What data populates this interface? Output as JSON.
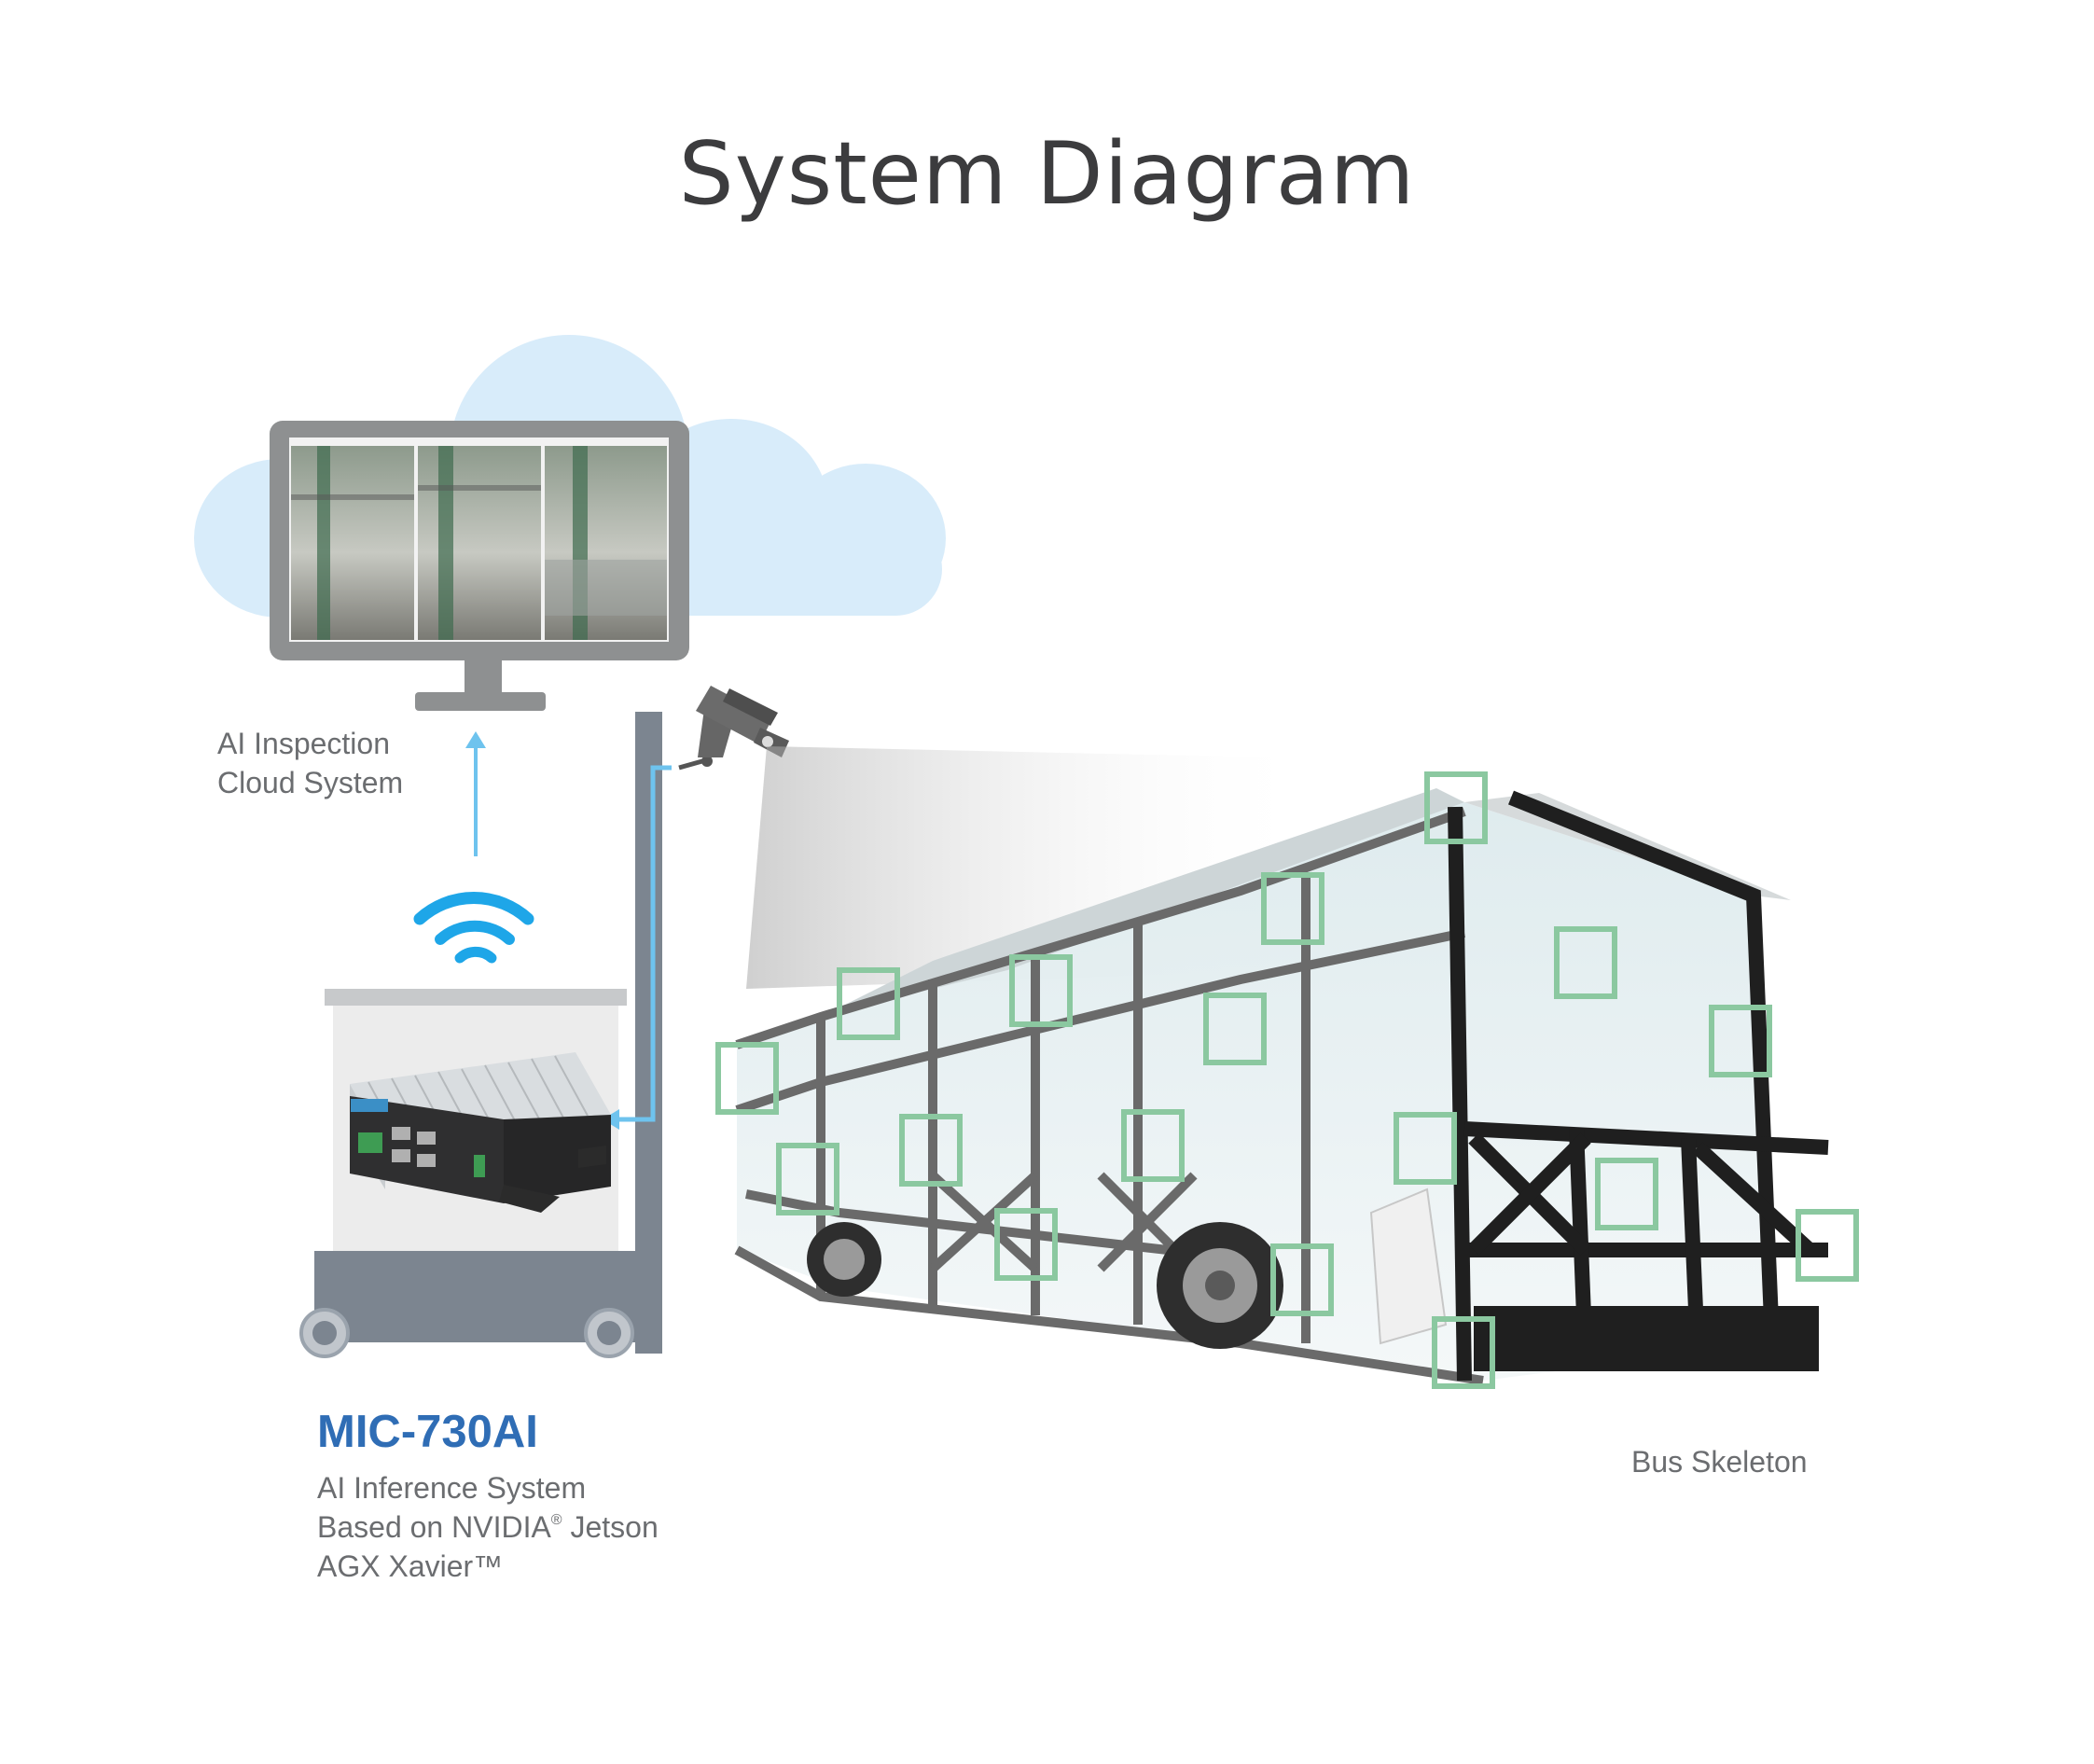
{
  "title": "System Diagram",
  "cloud_system": {
    "line1": "AI Inspection",
    "line2": "Cloud System"
  },
  "product": {
    "name": "MIC-730AI",
    "line1": "AI Inference System",
    "line2_prefix": "Based on NVIDIA",
    "line2_reg": "®",
    "line2_suffix": " Jetson",
    "line3": "AGX Xavier™"
  },
  "bus_label": "Bus Skeleton",
  "colors": {
    "title": "#3c3c3e",
    "label": "#6b6d70",
    "product_name": "#2f6db5",
    "arrow": "#6ec3ee",
    "wifi": "#1ea6e8",
    "cloud": "#d8ecfa",
    "monitor": "#8e9091",
    "cart": "#7c8590",
    "detect_box": "#8bc8a0",
    "bus_frame": "#6a6a6a"
  },
  "icons": [
    "cloud-icon",
    "monitor-icon",
    "wifi-icon",
    "camera-icon",
    "cart-icon",
    "device-icon",
    "bus-icon"
  ]
}
